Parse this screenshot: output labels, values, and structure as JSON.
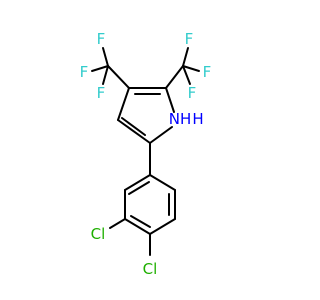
{
  "molecule": {
    "atoms": {
      "F_a": "F",
      "F_b": "F",
      "F_c": "F",
      "F_d": "F",
      "F_e": "F",
      "F_f": "F",
      "NH": "NH",
      "H": "H",
      "Cl_1": "Cl",
      "Cl_2": "Cl"
    }
  },
  "colors": {
    "bond": "#000000",
    "fluorine": "#33CCCC",
    "nitrogen": "#0000FF",
    "chlorine": "#1FAF00"
  }
}
